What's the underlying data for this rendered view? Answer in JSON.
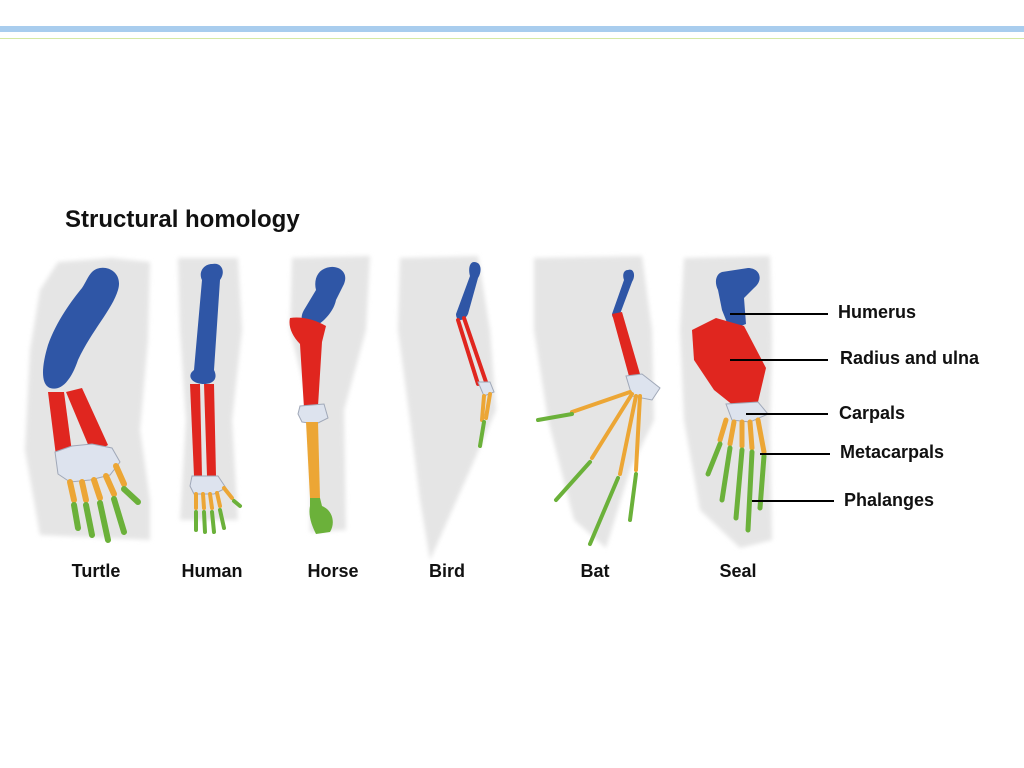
{
  "slide": {
    "title": "Structural homology"
  },
  "colors": {
    "humerus": "#2f56a6",
    "radius_ulna": "#e0261f",
    "carpals": "#dde3ee",
    "metacarpals": "#eca635",
    "phalanges": "#6bb13a",
    "skin": "#e5e5e5"
  },
  "limbs": [
    {
      "name": "Turtle"
    },
    {
      "name": "Human"
    },
    {
      "name": "Horse"
    },
    {
      "name": "Bird"
    },
    {
      "name": "Bat"
    },
    {
      "name": "Seal"
    }
  ],
  "legend": [
    {
      "bone": "humerus",
      "label": "Humerus"
    },
    {
      "bone": "radius_ulna",
      "label": "Radius and ulna"
    },
    {
      "bone": "carpals",
      "label": "Carpals"
    },
    {
      "bone": "metacarpals",
      "label": "Metacarpals"
    },
    {
      "bone": "phalanges",
      "label": "Phalanges"
    }
  ]
}
